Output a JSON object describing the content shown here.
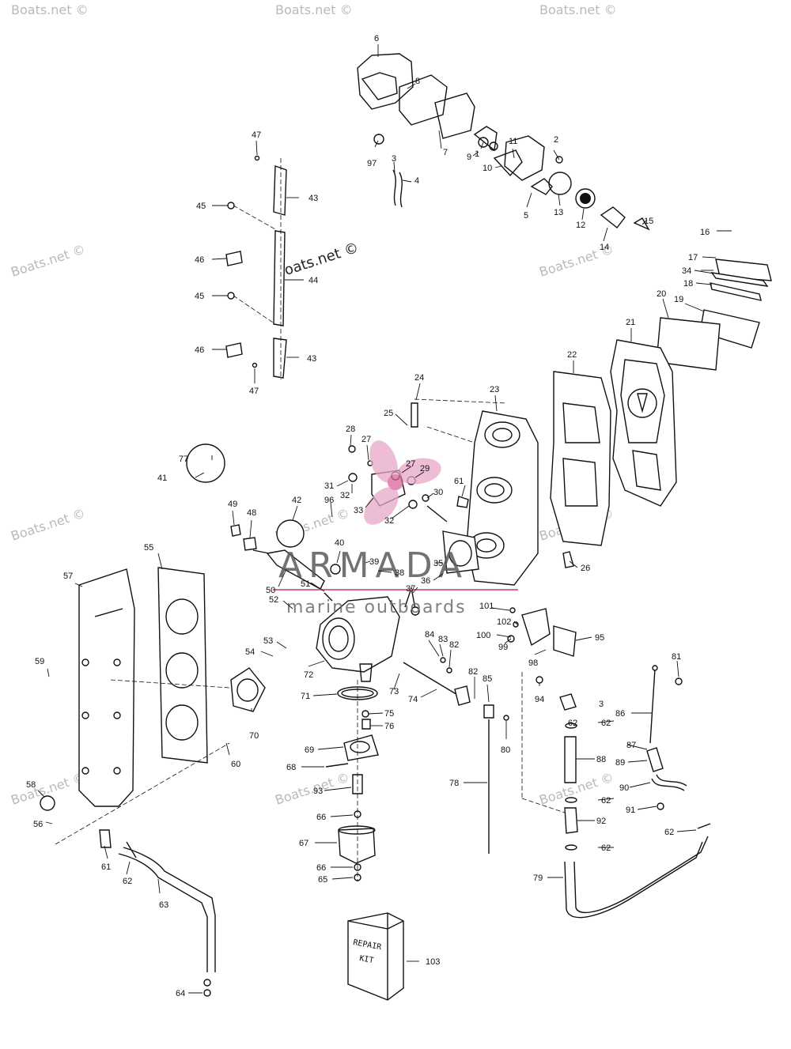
{
  "watermark": {
    "site": "Boats.net ©",
    "brand": "ARMADA",
    "brand_sub": "marine outboards"
  },
  "colors": {
    "logo_pink": "#e8a6c8",
    "brand_line": "#d9669a",
    "ink": "#111111"
  },
  "repair_kit": {
    "line1": "REPAIR",
    "line2": "KIT"
  },
  "callouts": [
    {
      "n": "1"
    },
    {
      "n": "2"
    },
    {
      "n": "3"
    },
    {
      "n": "3"
    },
    {
      "n": "4"
    },
    {
      "n": "5"
    },
    {
      "n": "6"
    },
    {
      "n": "7"
    },
    {
      "n": "8"
    },
    {
      "n": "9"
    },
    {
      "n": "10"
    },
    {
      "n": "11"
    },
    {
      "n": "12"
    },
    {
      "n": "13"
    },
    {
      "n": "14"
    },
    {
      "n": "15"
    },
    {
      "n": "16"
    },
    {
      "n": "17"
    },
    {
      "n": "18"
    },
    {
      "n": "19"
    },
    {
      "n": "20"
    },
    {
      "n": "21"
    },
    {
      "n": "22"
    },
    {
      "n": "23"
    },
    {
      "n": "24"
    },
    {
      "n": "25"
    },
    {
      "n": "26"
    },
    {
      "n": "27"
    },
    {
      "n": "27"
    },
    {
      "n": "28"
    },
    {
      "n": "29"
    },
    {
      "n": "30"
    },
    {
      "n": "31"
    },
    {
      "n": "32"
    },
    {
      "n": "32"
    },
    {
      "n": "33"
    },
    {
      "n": "34"
    },
    {
      "n": "35"
    },
    {
      "n": "36"
    },
    {
      "n": "37"
    },
    {
      "n": "38"
    },
    {
      "n": "39"
    },
    {
      "n": "40"
    },
    {
      "n": "41"
    },
    {
      "n": "42"
    },
    {
      "n": "43"
    },
    {
      "n": "43"
    },
    {
      "n": "44"
    },
    {
      "n": "45"
    },
    {
      "n": "45"
    },
    {
      "n": "46"
    },
    {
      "n": "46"
    },
    {
      "n": "47"
    },
    {
      "n": "47"
    },
    {
      "n": "48"
    },
    {
      "n": "49"
    },
    {
      "n": "50"
    },
    {
      "n": "51"
    },
    {
      "n": "52"
    },
    {
      "n": "53"
    },
    {
      "n": "54"
    },
    {
      "n": "55"
    },
    {
      "n": "56"
    },
    {
      "n": "57"
    },
    {
      "n": "58"
    },
    {
      "n": "59"
    },
    {
      "n": "60"
    },
    {
      "n": "61"
    },
    {
      "n": "61"
    },
    {
      "n": "62"
    },
    {
      "n": "62"
    },
    {
      "n": "62"
    },
    {
      "n": "62"
    },
    {
      "n": "62"
    },
    {
      "n": "63"
    },
    {
      "n": "64"
    },
    {
      "n": "65"
    },
    {
      "n": "66"
    },
    {
      "n": "66"
    },
    {
      "n": "67"
    },
    {
      "n": "68"
    },
    {
      "n": "69"
    },
    {
      "n": "70"
    },
    {
      "n": "71"
    },
    {
      "n": "72"
    },
    {
      "n": "73"
    },
    {
      "n": "74"
    },
    {
      "n": "75"
    },
    {
      "n": "76"
    },
    {
      "n": "77"
    },
    {
      "n": "78"
    },
    {
      "n": "79"
    },
    {
      "n": "80"
    },
    {
      "n": "81"
    },
    {
      "n": "82"
    },
    {
      "n": "82"
    },
    {
      "n": "83"
    },
    {
      "n": "84"
    },
    {
      "n": "85"
    },
    {
      "n": "86"
    },
    {
      "n": "87"
    },
    {
      "n": "88"
    },
    {
      "n": "89"
    },
    {
      "n": "90"
    },
    {
      "n": "91"
    },
    {
      "n": "92"
    },
    {
      "n": "93"
    },
    {
      "n": "94"
    },
    {
      "n": "95"
    },
    {
      "n": "96"
    },
    {
      "n": "97"
    },
    {
      "n": "98"
    },
    {
      "n": "99"
    },
    {
      "n": "100"
    },
    {
      "n": "101"
    },
    {
      "n": "102"
    },
    {
      "n": "103"
    },
    {
      "n": "62"
    }
  ]
}
